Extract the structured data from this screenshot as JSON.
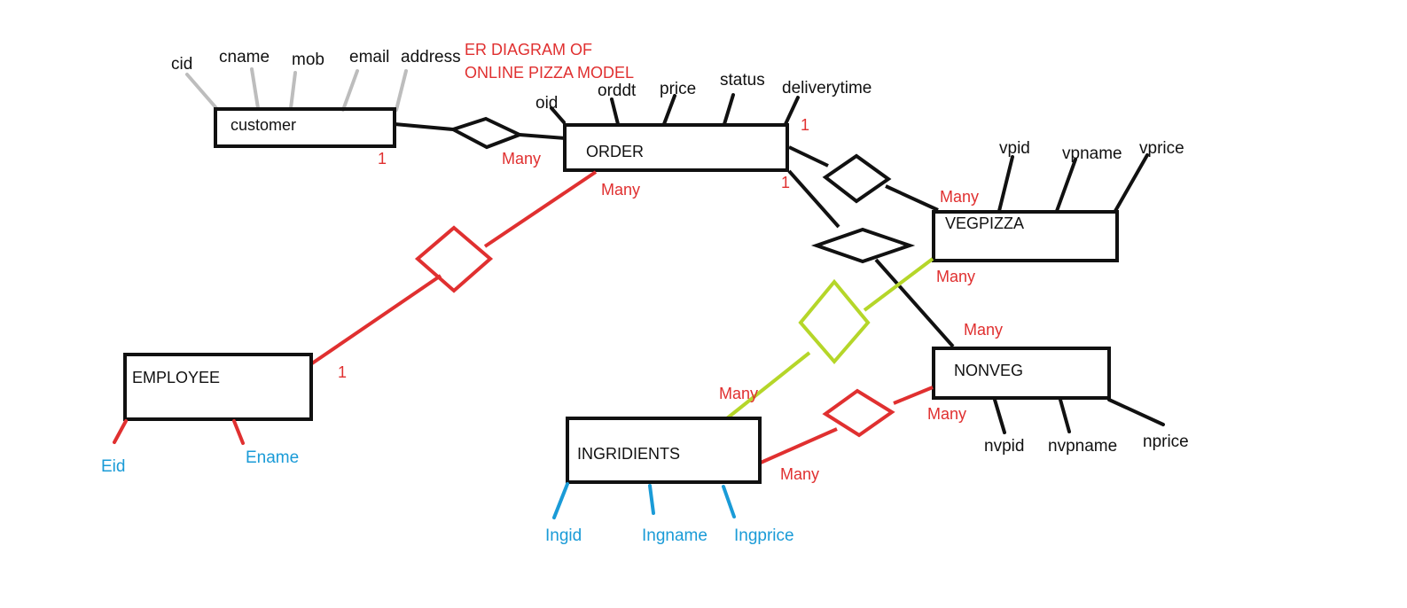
{
  "title_lines": [
    "ER DIAGRAM OF",
    "ONLINE PIZZA MODEL"
  ],
  "entities": {
    "customer": "customer",
    "order": "ORDER",
    "vegpizza": "VEGPIZZA",
    "nonveg": "NONVEG",
    "employee": "EMPLOYEE",
    "ingridients": "INGRIDIENTS"
  },
  "attributes": {
    "customer": [
      "cid",
      "cname",
      "mob",
      "email",
      "address"
    ],
    "order": [
      "oid",
      "orddt",
      "price",
      "status",
      "deliverytime"
    ],
    "vegpizza": [
      "vpid",
      "vpname",
      "vprice"
    ],
    "nonveg": [
      "nvpid",
      "nvpname",
      "nprice"
    ],
    "employee": [
      "Eid",
      "Ename"
    ],
    "ingridients": [
      "Ingid",
      "Ingname",
      "Ingprice"
    ]
  },
  "cardinalities": {
    "customer_order_customer": "1",
    "customer_order_order": "Many",
    "order_employee_order": "Many",
    "order_employee_employee": "1",
    "order_veg_order": "1",
    "order_veg_veg": "Many",
    "order_nonveg_order": "1",
    "order_nonveg_nonveg": "Many",
    "veg_ingr_veg": "Many",
    "veg_ingr_ingr": "Many",
    "nonveg_ingr_nonveg": "Many",
    "nonveg_ingr_ingr": "Many"
  },
  "colors": {
    "black": "#111111",
    "gray": "#bdbdbd",
    "red": "#e03030",
    "green": "#b5d629",
    "blue": "#1a9bd7"
  }
}
